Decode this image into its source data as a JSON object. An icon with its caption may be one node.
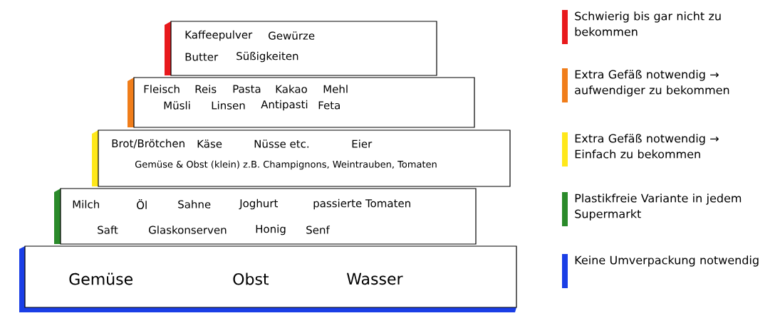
{
  "diagram": {
    "nodes": [
      {
        "text": [
          "Kaffeepulver",
          "Gewürze",
          "Butter",
          "Süßigkeiten"
        ]
      },
      {
        "text": [
          "Fleisch",
          "Reis",
          "Pasta",
          "Kakao",
          "Mehl",
          "Müsli",
          "Linsen",
          "Antipasti",
          "Feta"
        ]
      },
      {
        "text": [
          "Brot/Brötchen",
          "Käse",
          "Nüsse etc.",
          "Eier",
          "Gemüse & Obst (klein) z.B. Champignons, Weintrauben, Tomaten"
        ]
      },
      {
        "text": [
          "Milch",
          "Öl",
          "Sahne",
          "Joghurt",
          "passierte Tomaten",
          "Saft",
          "Glaskonserven",
          "Honig",
          "Senf"
        ]
      },
      {
        "text": [
          "Gemüse",
          "Obst",
          "Wasser"
        ]
      }
    ],
    "legend": [
      {
        "text": "Schwierig bis gar nicht zu bekommen",
        "color": "#e8191c"
      },
      {
        "text": "Extra Gefäß notwendig → aufwendiger zu bekommen",
        "color": "#f07d1a"
      },
      {
        "text": "Extra Gefäß notwendig → Einfach zu bekommen",
        "color": "#ffe81a"
      },
      {
        "text": "Plastikfreie Variante in jedem Supermarkt",
        "color": "#2a8a2a"
      },
      {
        "text": "Keine Umverpackung notwendig",
        "color": "#1a3ee6"
      }
    ]
  }
}
